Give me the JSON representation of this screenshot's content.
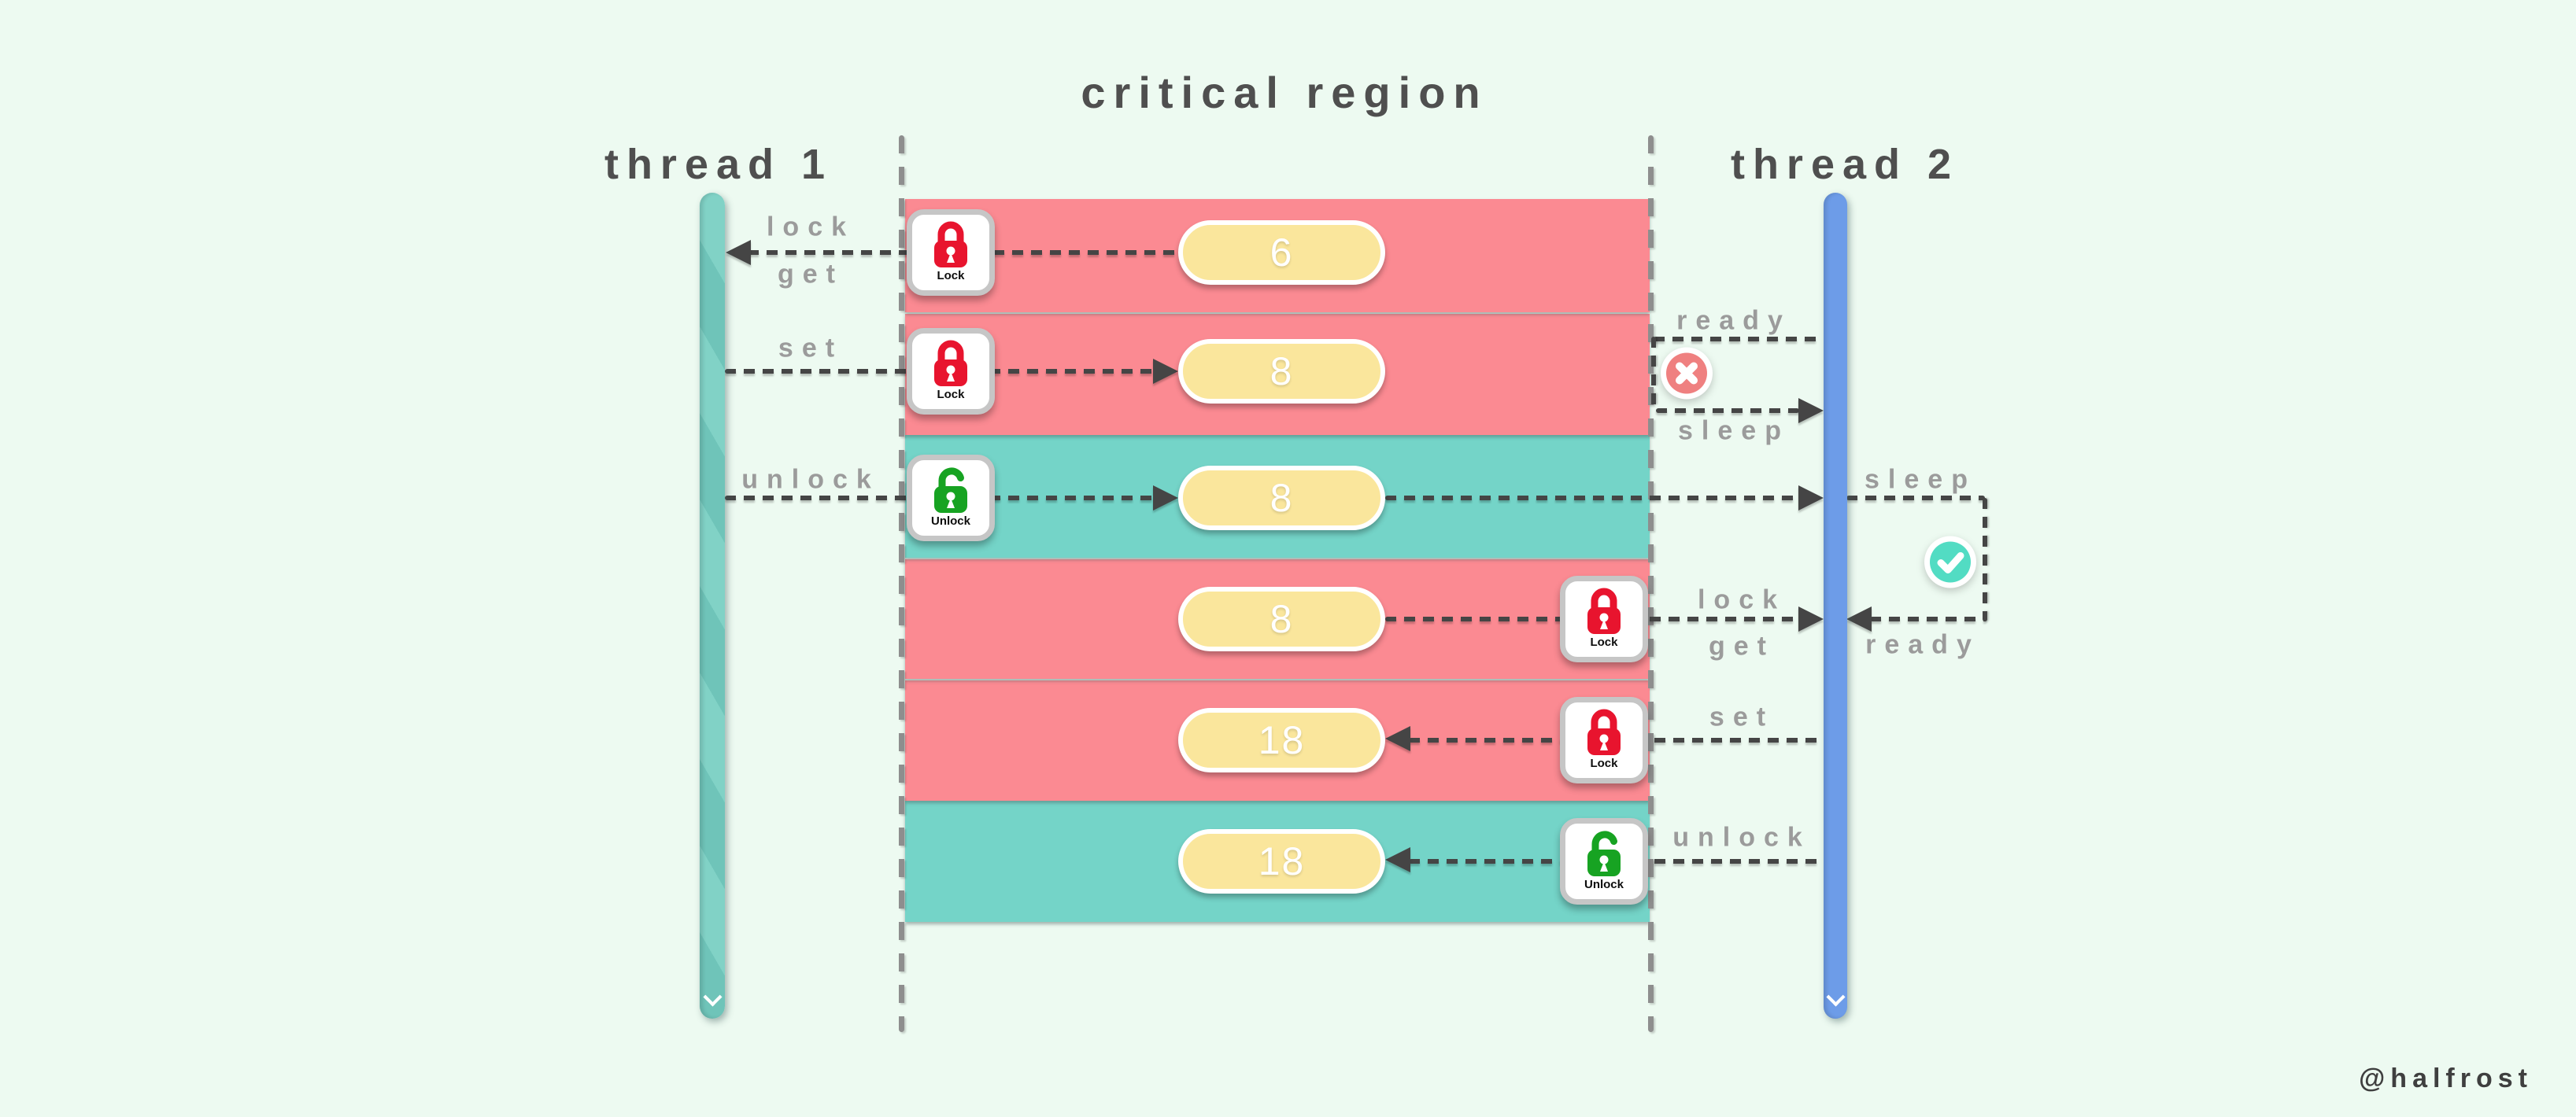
{
  "title": "critical region",
  "watermark": "@halfrost",
  "thread1": {
    "name": "thread 1"
  },
  "thread2": {
    "name": "thread 2"
  },
  "rows": [
    {
      "band": "red",
      "value": "6",
      "action": "lock",
      "action2": "get",
      "icon": "lock-closed",
      "icon_label": "Lock"
    },
    {
      "band": "red",
      "value": "8",
      "action": "set",
      "icon": "lock-closed",
      "icon_label": "Lock"
    },
    {
      "band": "teal",
      "value": "8",
      "action": "unlock",
      "icon": "lock-open",
      "icon_label": "Unlock"
    },
    {
      "band": "red",
      "value": "8",
      "action": "lock",
      "action2": "get",
      "icon": "lock-closed",
      "icon_label": "Lock"
    },
    {
      "band": "red",
      "value": "18",
      "action": "set",
      "icon": "lock-closed",
      "icon_label": "Lock"
    },
    {
      "band": "teal",
      "value": "18",
      "action": "unlock",
      "icon": "lock-open",
      "icon_label": "Unlock"
    }
  ],
  "events": {
    "t2_blocked": {
      "ready": "ready",
      "sleep": "sleep",
      "result": "fail"
    },
    "t2_woken": {
      "sleep": "sleep",
      "ready": "ready",
      "result": "success"
    }
  },
  "colors": {
    "background": "#edfaf1",
    "band_red": "#fb8a92",
    "band_teal": "#74d4c8",
    "thread1_bar": "#6fc4b9",
    "thread2_bar": "#6d9ce8",
    "badge_fill": "#fae69c",
    "lock_red": "#e8142e",
    "unlock_green": "#17a322",
    "fail_icon": "#ef8080",
    "success_icon": "#52dcc3",
    "arrow_dark": "#454545",
    "boundary_gray": "#8e8e8e",
    "label_gray": "#9b9b9b",
    "heading": "#4f4f4f"
  }
}
